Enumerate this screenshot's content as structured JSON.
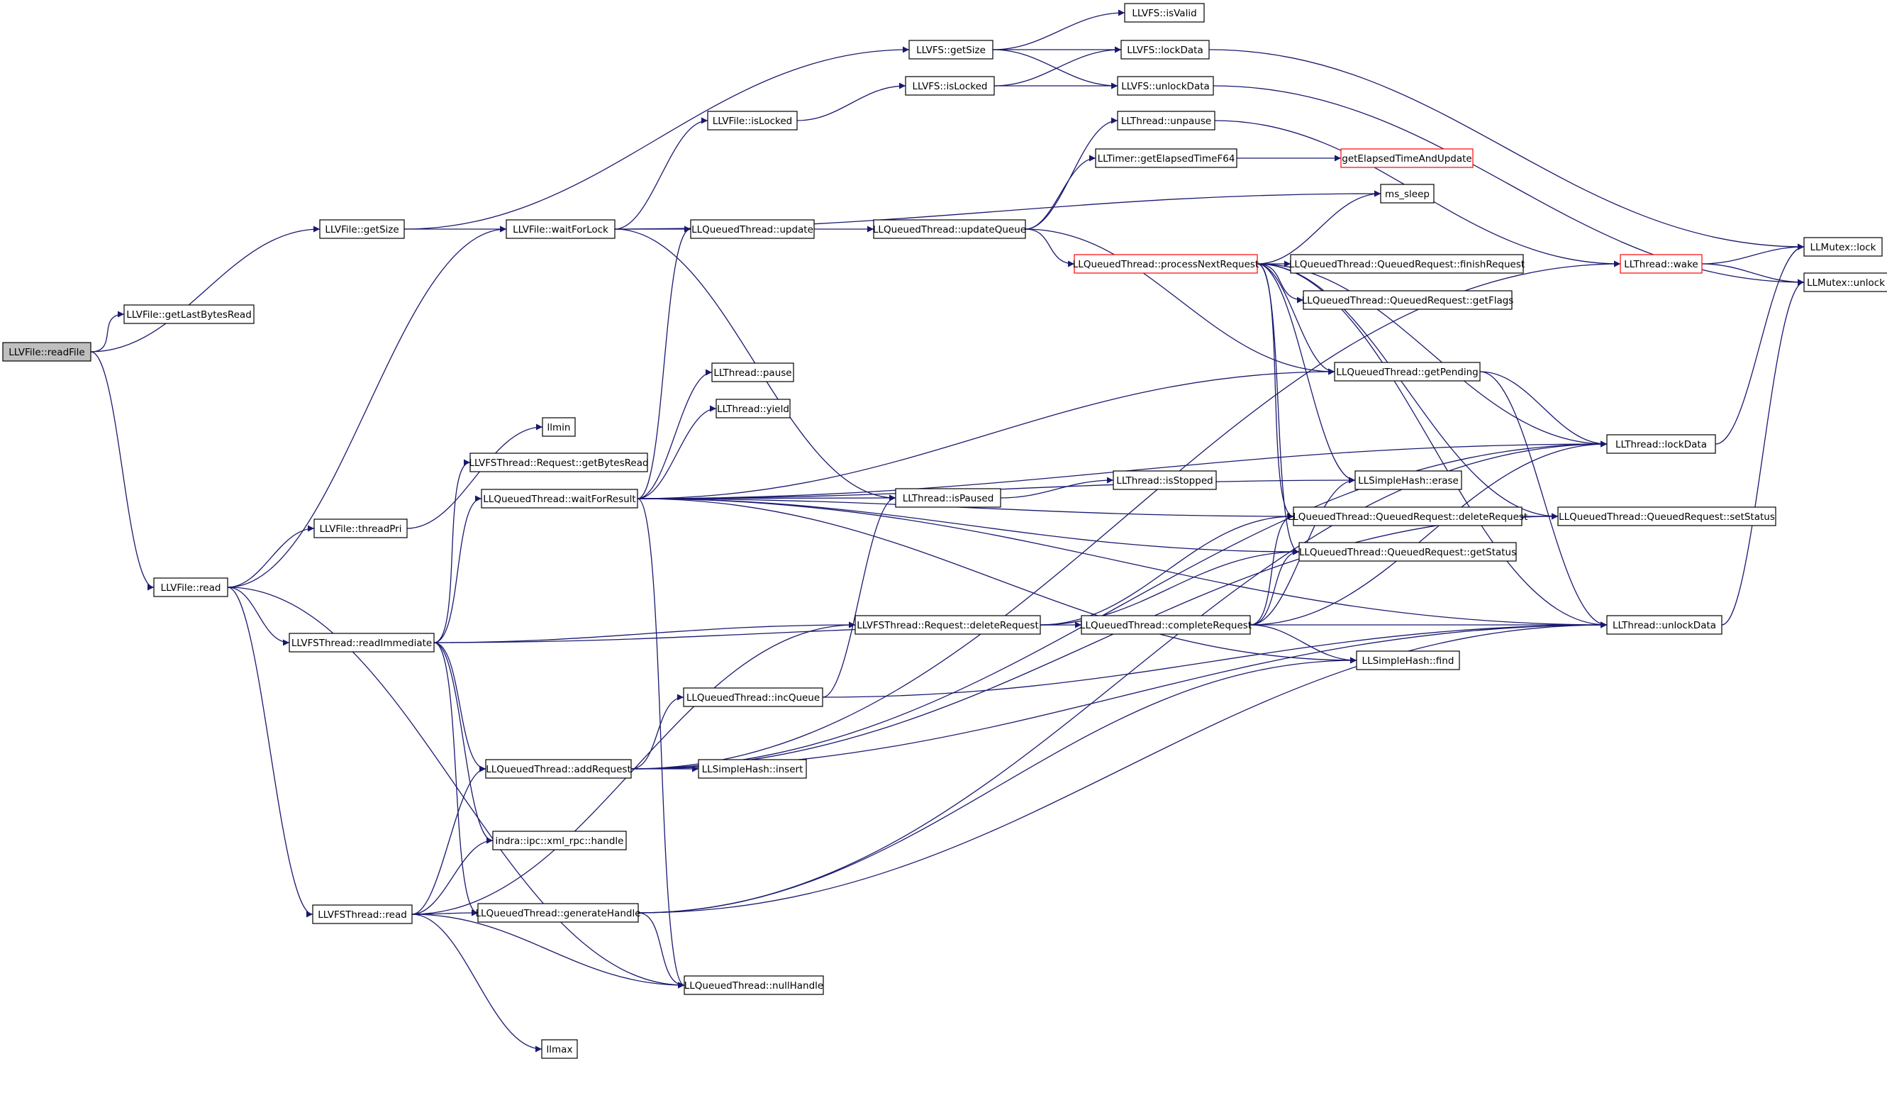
{
  "colors": {
    "edge": "#191970",
    "node_border": "#000000",
    "highlight_border": "#ff0000",
    "root_fill": "#bfbfbf",
    "node_fill": "#ffffff"
  },
  "nodes": {
    "readFile": {
      "label": "LLVFile::readFile",
      "root": true
    },
    "getLastBytesRead": {
      "label": "LLVFile::getLastBytesRead"
    },
    "getSize_file": {
      "label": "LLVFile::getSize"
    },
    "read_file": {
      "label": "LLVFile::read"
    },
    "waitForLock": {
      "label": "LLVFile::waitForLock"
    },
    "isLocked_file": {
      "label": "LLVFile::isLocked"
    },
    "threadPri": {
      "label": "LLVFile::threadPri"
    },
    "readImmediate": {
      "label": "LLVFSThread::readImmediate"
    },
    "read_thread": {
      "label": "LLVFSThread::read"
    },
    "vfs_getSize": {
      "label": "LLVFS::getSize"
    },
    "vfs_isValid": {
      "label": "LLVFS::isValid"
    },
    "vfs_lockData": {
      "label": "LLVFS::lockData"
    },
    "vfs_isLocked": {
      "label": "LLVFS::isLocked"
    },
    "vfs_unlockData": {
      "label": "LLVFS::unlockData"
    },
    "qt_update": {
      "label": "LLQueuedThread::update"
    },
    "updateQueue": {
      "label": "LLQueuedThread::updateQueue"
    },
    "t_unpause": {
      "label": "LLThread::unpause"
    },
    "getElapsedTimeF64": {
      "label": "LLTimer::getElapsedTimeF64"
    },
    "getElapsedTimeAndUpdate": {
      "label": "getElapsedTimeAndUpdate",
      "highlight": true
    },
    "ms_sleep": {
      "label": "ms_sleep"
    },
    "processNextRequest": {
      "label": "LLQueuedThread::processNextRequest",
      "highlight": true
    },
    "finishRequest": {
      "label": "LLQueuedThread::QueuedRequest::finishRequest"
    },
    "getFlags": {
      "label": "LLQueuedThread::QueuedRequest::getFlags"
    },
    "getPending": {
      "label": "LLQueuedThread::getPending"
    },
    "t_pause": {
      "label": "LLThread::pause"
    },
    "t_yield": {
      "label": "LLThread::yield"
    },
    "llmin": {
      "label": "llmin"
    },
    "getBytesRead": {
      "label": "LLVFSThread::Request::getBytesRead"
    },
    "waitForResult": {
      "label": "LLQueuedThread::waitForResult"
    },
    "isPaused": {
      "label": "LLThread::isPaused"
    },
    "isStopped": {
      "label": "LLThread::isStopped"
    },
    "sh_erase": {
      "label": "LLSimpleHash::erase"
    },
    "deleteRequest_qr": {
      "label": "LLQueuedThread::QueuedRequest::deleteRequest"
    },
    "getStatus": {
      "label": "LLQueuedThread::QueuedRequest::getStatus"
    },
    "deleteRequest_vfs": {
      "label": "LLVFSThread::Request::deleteRequest"
    },
    "completeRequest": {
      "label": "LLQueuedThread::completeRequest"
    },
    "sh_find": {
      "label": "LLSimpleHash::find"
    },
    "incQueue": {
      "label": "LLQueuedThread::incQueue"
    },
    "addRequest": {
      "label": "LLQueuedThread::addRequest"
    },
    "sh_insert": {
      "label": "LLSimpleHash::insert"
    },
    "xml_rpc_handle": {
      "label": "indra::ipc::xml_rpc::handle"
    },
    "generateHandle": {
      "label": "LLQueuedThread::generateHandle"
    },
    "nullHandle": {
      "label": "LLQueuedThread::nullHandle"
    },
    "llmax": {
      "label": "llmax"
    },
    "t_wake": {
      "label": "LLThread::wake",
      "highlight": true
    },
    "mutex_lock": {
      "label": "LLMutex::lock"
    },
    "mutex_unlock": {
      "label": "LLMutex::unlock"
    },
    "t_lockData": {
      "label": "LLThread::lockData"
    },
    "t_unlockData": {
      "label": "LLThread::unlockData"
    },
    "setStatus": {
      "label": "LLQueuedThread::QueuedRequest::setStatus"
    }
  },
  "edges": [
    [
      "readFile",
      "getLastBytesRead"
    ],
    [
      "readFile",
      "getSize_file"
    ],
    [
      "readFile",
      "read_file"
    ],
    [
      "getSize_file",
      "waitForLock"
    ],
    [
      "getSize_file",
      "vfs_getSize"
    ],
    [
      "waitForLock",
      "isLocked_file"
    ],
    [
      "waitForLock",
      "qt_update"
    ],
    [
      "waitForLock",
      "ms_sleep"
    ],
    [
      "waitForLock",
      "isPaused"
    ],
    [
      "isLocked_file",
      "vfs_isLocked"
    ],
    [
      "vfs_getSize",
      "vfs_isValid"
    ],
    [
      "vfs_getSize",
      "vfs_lockData"
    ],
    [
      "vfs_getSize",
      "vfs_unlockData"
    ],
    [
      "vfs_isLocked",
      "vfs_lockData"
    ],
    [
      "vfs_isLocked",
      "vfs_unlockData"
    ],
    [
      "vfs_lockData",
      "mutex_lock"
    ],
    [
      "vfs_unlockData",
      "mutex_unlock"
    ],
    [
      "qt_update",
      "updateQueue"
    ],
    [
      "updateQueue",
      "t_unpause"
    ],
    [
      "updateQueue",
      "getElapsedTimeF64"
    ],
    [
      "updateQueue",
      "processNextRequest"
    ],
    [
      "updateQueue",
      "getPending"
    ],
    [
      "t_unpause",
      "t_wake"
    ],
    [
      "getElapsedTimeF64",
      "getElapsedTimeAndUpdate"
    ],
    [
      "processNextRequest",
      "ms_sleep"
    ],
    [
      "processNextRequest",
      "finishRequest"
    ],
    [
      "processNextRequest",
      "getFlags"
    ],
    [
      "processNextRequest",
      "getPending"
    ],
    [
      "processNextRequest",
      "t_lockData"
    ],
    [
      "processNextRequest",
      "sh_erase"
    ],
    [
      "processNextRequest",
      "deleteRequest_qr"
    ],
    [
      "processNextRequest",
      "getStatus"
    ],
    [
      "processNextRequest",
      "setStatus"
    ],
    [
      "processNextRequest",
      "t_unlockData"
    ],
    [
      "getPending",
      "t_lockData"
    ],
    [
      "getPending",
      "t_unlockData"
    ],
    [
      "t_wake",
      "mutex_lock"
    ],
    [
      "t_wake",
      "mutex_unlock"
    ],
    [
      "t_lockData",
      "mutex_lock"
    ],
    [
      "t_unlockData",
      "mutex_unlock"
    ],
    [
      "read_file",
      "waitForLock"
    ],
    [
      "read_file",
      "threadPri"
    ],
    [
      "read_file",
      "readImmediate"
    ],
    [
      "read_file",
      "read_thread"
    ],
    [
      "read_file",
      "nullHandle"
    ],
    [
      "threadPri",
      "llmin"
    ],
    [
      "readImmediate",
      "getBytesRead"
    ],
    [
      "readImmediate",
      "waitForResult"
    ],
    [
      "readImmediate",
      "deleteRequest_vfs"
    ],
    [
      "readImmediate",
      "completeRequest"
    ],
    [
      "readImmediate",
      "addRequest"
    ],
    [
      "readImmediate",
      "xml_rpc_handle"
    ],
    [
      "readImmediate",
      "generateHandle"
    ],
    [
      "waitForResult",
      "qt_update"
    ],
    [
      "waitForResult",
      "t_pause"
    ],
    [
      "waitForResult",
      "t_yield"
    ],
    [
      "waitForResult",
      "isPaused"
    ],
    [
      "waitForResult",
      "getPending"
    ],
    [
      "waitForResult",
      "sh_erase"
    ],
    [
      "waitForResult",
      "deleteRequest_qr"
    ],
    [
      "waitForResult",
      "getStatus"
    ],
    [
      "waitForResult",
      "t_lockData"
    ],
    [
      "waitForResult",
      "t_unlockData"
    ],
    [
      "waitForResult",
      "sh_find"
    ],
    [
      "waitForResult",
      "nullHandle"
    ],
    [
      "isPaused",
      "isStopped"
    ],
    [
      "deleteRequest_vfs",
      "deleteRequest_qr"
    ],
    [
      "deleteRequest_vfs",
      "getStatus"
    ],
    [
      "completeRequest",
      "sh_erase"
    ],
    [
      "completeRequest",
      "deleteRequest_qr"
    ],
    [
      "completeRequest",
      "getStatus"
    ],
    [
      "completeRequest",
      "sh_find"
    ],
    [
      "completeRequest",
      "t_lockData"
    ],
    [
      "completeRequest",
      "t_unlockData"
    ],
    [
      "deleteRequest_qr",
      "setStatus"
    ],
    [
      "incQueue",
      "isPaused"
    ],
    [
      "incQueue",
      "t_unlockData"
    ],
    [
      "addRequest",
      "incQueue"
    ],
    [
      "addRequest",
      "sh_insert"
    ],
    [
      "addRequest",
      "t_lockData"
    ],
    [
      "addRequest",
      "t_unlockData"
    ],
    [
      "addRequest",
      "setStatus"
    ],
    [
      "addRequest",
      "t_wake"
    ],
    [
      "read_thread",
      "addRequest"
    ],
    [
      "read_thread",
      "xml_rpc_handle"
    ],
    [
      "read_thread",
      "generateHandle"
    ],
    [
      "read_thread",
      "nullHandle"
    ],
    [
      "read_thread",
      "llmax"
    ],
    [
      "read_thread",
      "deleteRequest_vfs"
    ],
    [
      "generateHandle",
      "sh_find"
    ],
    [
      "generateHandle",
      "t_lockData"
    ],
    [
      "generateHandle",
      "t_unlockData"
    ],
    [
      "generateHandle",
      "nullHandle"
    ]
  ]
}
